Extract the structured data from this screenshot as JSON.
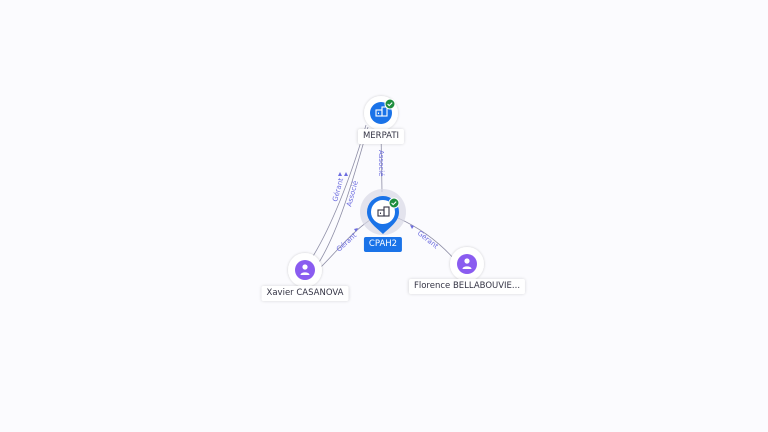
{
  "nodes": {
    "merpati": {
      "label": "MERPATI",
      "kind": "company",
      "verified": true
    },
    "cpah2": {
      "label": "CPAH2",
      "kind": "company",
      "verified": true,
      "focus": true
    },
    "xavier": {
      "label": "Xavier CASANOVA",
      "kind": "person"
    },
    "florence": {
      "label": "Florence BELLABOUVIE...",
      "kind": "person"
    }
  },
  "edges": {
    "cpah2_merpati": "Associé",
    "xavier_merpati_1": "Gérant",
    "xavier_merpati_2": "Associé",
    "xavier_cpah2": "Gérant",
    "florence_cpah2": "Gérant"
  },
  "colors": {
    "company": "#1a73e8",
    "person": "#8a5cf0",
    "verified": "#1e8e3e",
    "edge": "#8e8ea6",
    "edge_label": "#6c6ce0"
  }
}
